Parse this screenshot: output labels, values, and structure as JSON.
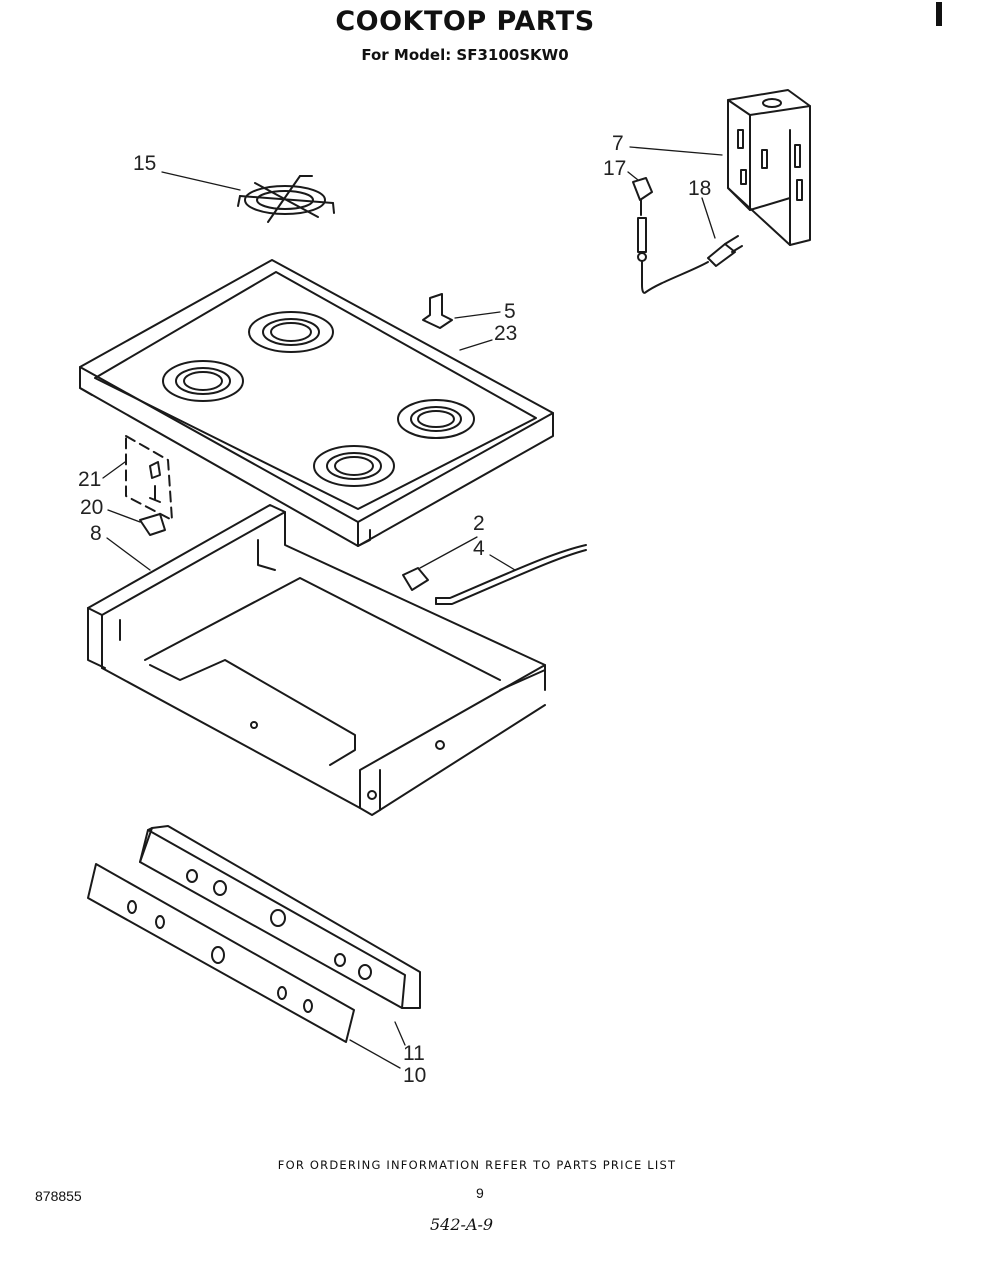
{
  "header": {
    "title": "COOKTOP PARTS",
    "subtitle": "For Model: SF3100SKW0"
  },
  "callouts": {
    "c15": "15",
    "c7": "7",
    "c17": "17",
    "c18": "18",
    "c5": "5",
    "c23": "23",
    "c21": "21",
    "c20": "20",
    "c8": "8",
    "c2": "2",
    "c4": "4",
    "c11": "11",
    "c10": "10"
  },
  "footer": {
    "ordering_note": "FOR ORDERING INFORMATION REFER TO PARTS PRICE LIST",
    "doc_number": "878855",
    "page_number": "9",
    "handwritten": "542-A-9"
  }
}
